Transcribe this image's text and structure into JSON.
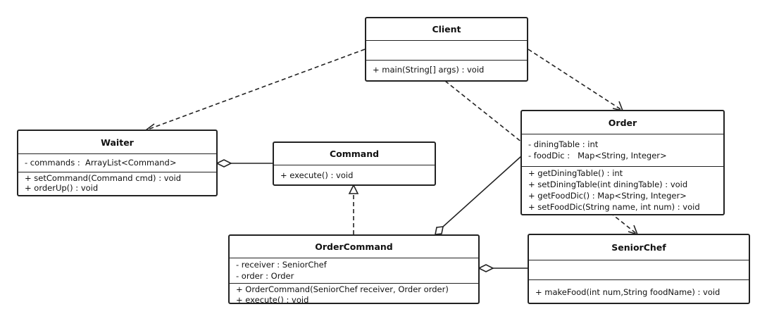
{
  "classes": {
    "client": {
      "name": "Client",
      "attributes": [],
      "methods": [
        "+ main(String[] args) : void"
      ]
    },
    "waiter": {
      "name": "Waiter",
      "attributes": [
        "- commands :  ArrayList<Command>"
      ],
      "methods": [
        "+ setCommand(Command cmd) : void",
        "+ orderUp() : void"
      ]
    },
    "command": {
      "name": "Command",
      "attributes": [],
      "methods": [
        "+ execute() : void"
      ]
    },
    "order": {
      "name": "Order",
      "attributes": [
        "- diningTable : int",
        "- foodDic :   Map<String, Integer>"
      ],
      "methods": [
        "+ getDiningTable() : int",
        "+ setDiningTable(int diningTable) : void",
        "+ getFoodDic() : Map<String, Integer>",
        "+ setFoodDic(String name, int num) : void"
      ]
    },
    "order_command": {
      "name": "OrderCommand",
      "attributes": [
        "- receiver : SeniorChef",
        "- order : Order"
      ],
      "methods": [
        "+ OrderCommand(SeniorChef receiver, Order order)",
        "+ execute() : void"
      ]
    },
    "senior_chef": {
      "name": "SeniorChef",
      "attributes": [],
      "methods": [
        "+ makeFood(int num,String foodName) : void"
      ]
    }
  },
  "relationships": [
    {
      "from": "client",
      "to": "waiter",
      "kind": "dependency"
    },
    {
      "from": "client",
      "to": "order",
      "kind": "dependency"
    },
    {
      "from": "client",
      "to": "senior_chef",
      "kind": "dependency"
    },
    {
      "from": "waiter",
      "to": "command",
      "kind": "aggregation"
    },
    {
      "from": "order_command",
      "to": "command",
      "kind": "realization"
    },
    {
      "from": "order_command",
      "to": "order",
      "kind": "aggregation"
    },
    {
      "from": "order_command",
      "to": "senior_chef",
      "kind": "aggregation"
    }
  ],
  "colors": {
    "line": "#222222",
    "background": "#ffffff"
  }
}
